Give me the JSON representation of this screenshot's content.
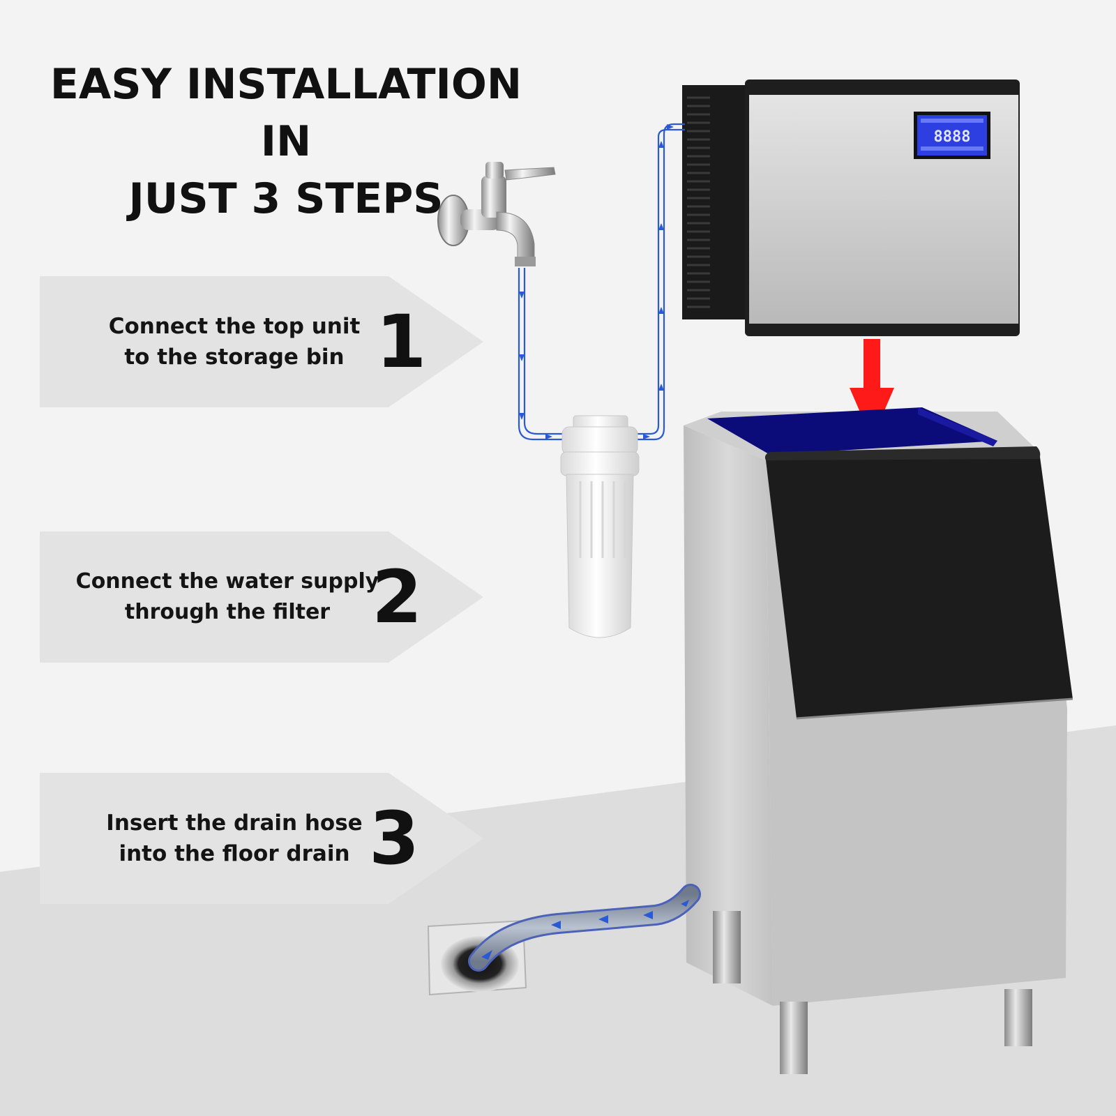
{
  "title": {
    "line1": "EASY INSTALLATION IN",
    "line2": "JUST 3 STEPS"
  },
  "steps": [
    {
      "number": "1",
      "line1": "Connect the top unit",
      "line2": "to the storage bin"
    },
    {
      "number": "2",
      "line1": "Connect the water supply",
      "line2": "through the filter"
    },
    {
      "number": "3",
      "line1": "Insert the drain hose",
      "line2": "into the floor drain"
    }
  ],
  "display": {
    "digits": "8888"
  },
  "colors": {
    "background": "#f3f3f3",
    "floor": "#dddddd",
    "step_panel": "#e3e3e3",
    "water_line": "#2a59d6",
    "down_arrow": "#ff1a1a",
    "bin_interior": "#0b0b7a",
    "panel_black": "#1c1c1c"
  },
  "icons": [
    "faucet-icon",
    "water-filter-icon",
    "floor-drain-icon",
    "down-arrow-icon",
    "flow-arrow-icon"
  ]
}
